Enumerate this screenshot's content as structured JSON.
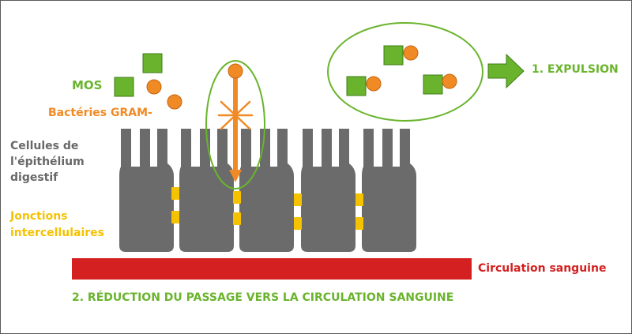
{
  "labels": {
    "mos": "MOS",
    "bacteria": "Bactéries GRAM-",
    "cells": [
      "Cellules de",
      "l'épithélium",
      "digestif"
    ],
    "junctions": [
      "Jonctions",
      "intercellulaires"
    ],
    "expulsion": "1. EXPULSION",
    "blood": "Circulation sanguine",
    "reduction": "2. RÉDUCTION DU PASSAGE VERS LA CIRCULATION SANGUINE"
  },
  "colors": {
    "green": "#6ab42d",
    "orange": "#f08a24",
    "grey": "#686868",
    "yellow": "#f5c200",
    "red": "#d42020",
    "cell": "#6b6b6c"
  }
}
